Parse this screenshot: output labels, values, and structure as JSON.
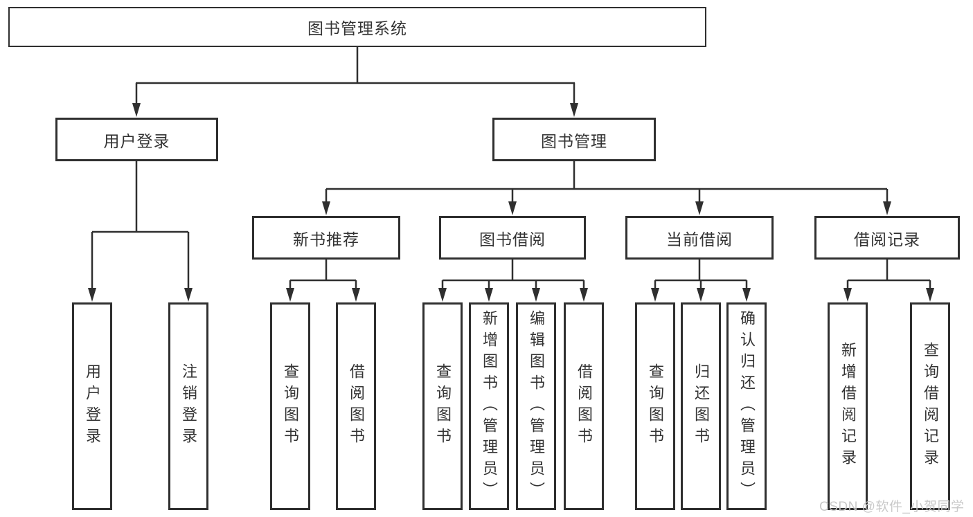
{
  "diagram_title": "图书管理系统",
  "colors": {
    "line": "#2f2f2f",
    "text": "#333333",
    "background": "#ffffff",
    "watermark": "#c9c9c9"
  },
  "nodes": {
    "root": "图书管理系统",
    "l1": [
      "用户登录",
      "图书管理"
    ],
    "l2": [
      "新书推荐",
      "图书借阅",
      "当前借阅",
      "借阅记录"
    ],
    "leaves": [
      "用户登录",
      "注销登录",
      "查询图书",
      "借阅图书",
      "查询图书",
      "新增图书（管理员）",
      "编辑图书（管理员）",
      "借阅图书",
      "查询图书",
      "归还图书",
      "确认归还（管理员）",
      "新增借阅记录",
      "查询借阅记录"
    ]
  },
  "hierarchy": {
    "图书管理系统": [
      "用户登录",
      "图书管理"
    ],
    "用户登录": [
      "用户登录",
      "注销登录"
    ],
    "图书管理": [
      "新书推荐",
      "图书借阅",
      "当前借阅",
      "借阅记录"
    ],
    "新书推荐": [
      "查询图书",
      "借阅图书"
    ],
    "图书借阅": [
      "查询图书",
      "新增图书（管理员）",
      "编辑图书（管理员）",
      "借阅图书"
    ],
    "当前借阅": [
      "查询图书",
      "归还图书",
      "确认归还（管理员）"
    ],
    "借阅记录": [
      "新增借阅记录",
      "查询借阅记录"
    ]
  },
  "watermark": "CSDN @软件_小贺同学"
}
